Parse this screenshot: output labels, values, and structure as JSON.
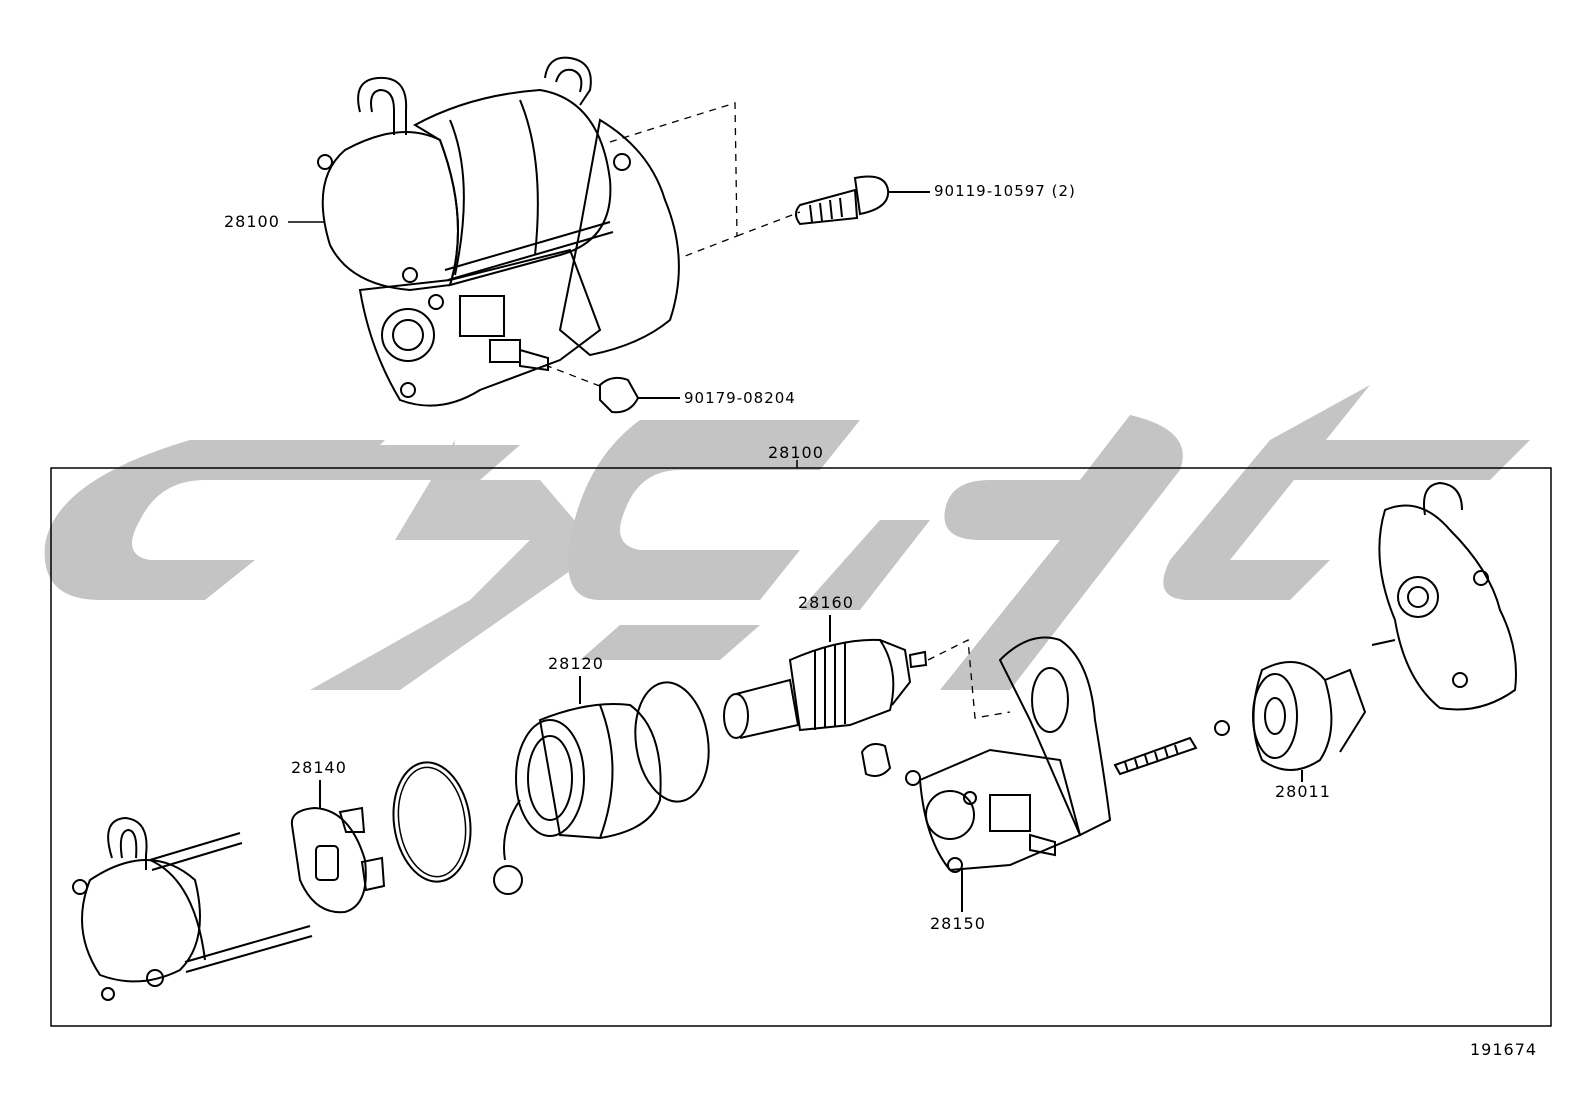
{
  "watermark": {
    "text": "cgcl",
    "color": "#c4c4c4"
  },
  "line_color": "#000000",
  "labels": {
    "top_assembly": "28100",
    "bolt": "90119-10597 (2)",
    "nut": "90179-08204",
    "kit_box": "28100",
    "yoke": "28120",
    "plunger": "28160",
    "brush_holder": "28140",
    "housing": "28150",
    "clutch": "28011",
    "figure_no": "191674"
  }
}
